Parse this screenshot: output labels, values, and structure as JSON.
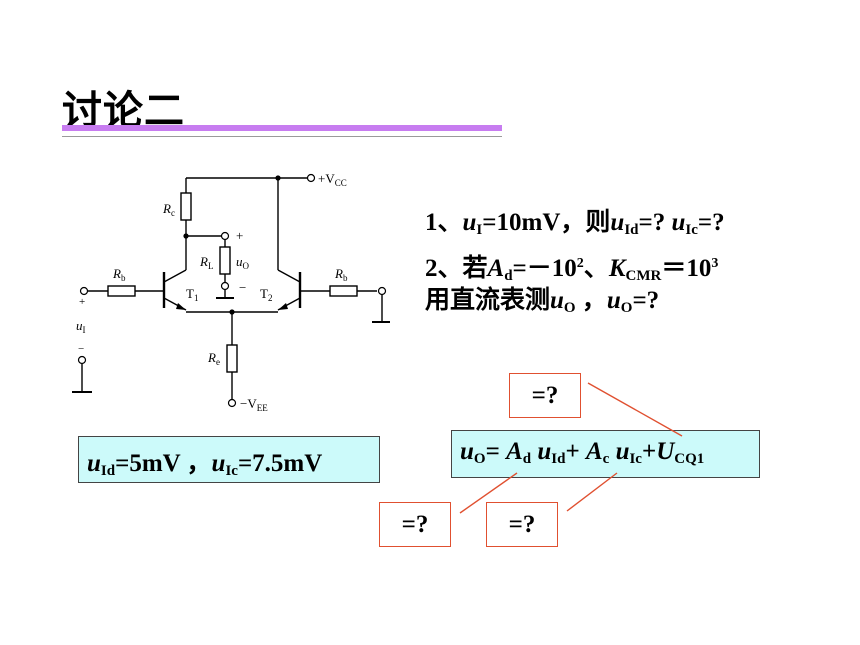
{
  "slide": {
    "title": "讨论二"
  },
  "circuit": {
    "vcc": "+V",
    "vcc_sub": "CC",
    "vee": "−V",
    "vee_sub": "EE",
    "rc": "R",
    "rc_sub": "c",
    "rl": "R",
    "rl_sub": "L",
    "uo": "u",
    "uo_sub": "O",
    "plus": "+",
    "minus": "−",
    "rb_left": "R",
    "rb_left_sub": "b",
    "rb_right": "R",
    "rb_right_sub": "b",
    "t1": "T",
    "t1_sub": "1",
    "t2": "T",
    "t2_sub": "2",
    "re": "R",
    "re_sub": "e",
    "ui": "u",
    "ui_sub": "I",
    "in_plus": "+",
    "in_minus": "−"
  },
  "questions": {
    "q1_prefix": "1、",
    "q1_u": "u",
    "q1_u_sub": "I",
    "q1_mid": "=10mV，则",
    "q1_uid": "u",
    "q1_uid_sub": "Id",
    "q1_mid2": "=? ",
    "q1_uic": "u",
    "q1_uic_sub": "Ic",
    "q1_end": "=?",
    "q2_prefix": "2、若",
    "q2_a": "A",
    "q2_a_sub": "d",
    "q2_mid": "=－10",
    "q2_exp": "2",
    "q2_sep": "、",
    "q2_k": "K",
    "q2_k_sub": "CMR",
    "q2_mid2": "＝10",
    "q2_exp2": "3",
    "q3_prefix": "用直流表测",
    "q3_u": "u",
    "q3_u_sub": "O",
    "q3_mid": " ，",
    "q3_u2": "u",
    "q3_u2_sub": "O",
    "q3_end": "=?"
  },
  "answer": {
    "u1": "u",
    "u1_sub": "Id",
    "v1": "=5mV ，",
    "u2": "u",
    "u2_sub": "Ic",
    "v2": "=7.5mV"
  },
  "formula": {
    "uo": "u",
    "uo_sub": "O",
    "eq": "= ",
    "ad": "A",
    "ad_sub": "d",
    "uid": " u",
    "uid_sub": "Id",
    "plus1": "+ ",
    "ac": "A",
    "ac_sub": "c",
    "uic": " u",
    "uic_sub": "Ic",
    "plus2": "+",
    "ucq": "U",
    "ucq_sub": "CQ1"
  },
  "boxes": {
    "top": "=?",
    "left": "=?",
    "right": "=?"
  },
  "colors": {
    "title_bar": "#c77cf0",
    "formula_bg": "#ccfafa",
    "callout": "#e05030"
  }
}
